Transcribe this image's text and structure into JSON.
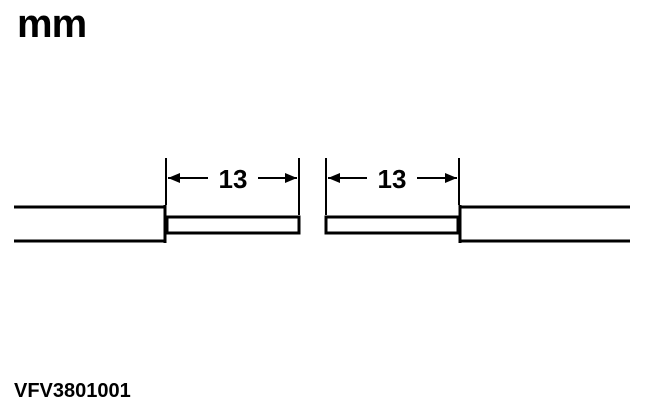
{
  "unit": "mm",
  "figure_id": "VFV3801001",
  "dimensions": {
    "left_strip_length": "13",
    "right_strip_length": "13"
  }
}
